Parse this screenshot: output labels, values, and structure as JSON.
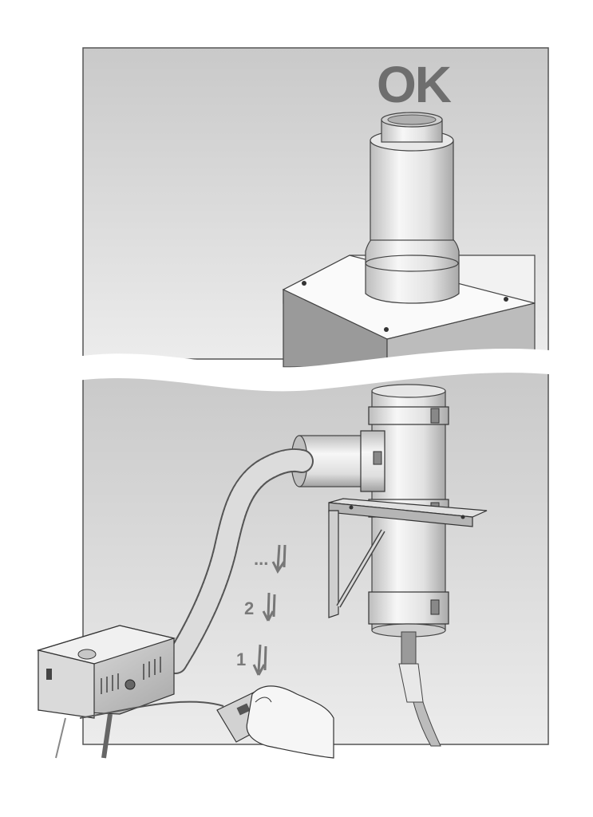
{
  "status_label": "OK",
  "steps": [
    {
      "label": "..."
    },
    {
      "label": "2"
    },
    {
      "label": "1"
    }
  ],
  "colors": {
    "panel_fill": "#d9d9d9",
    "panel_stroke": "#555555",
    "metal_light": "#f4f4f4",
    "metal_dark": "#8a8a8a",
    "label_gray": "#6e6e6e"
  }
}
